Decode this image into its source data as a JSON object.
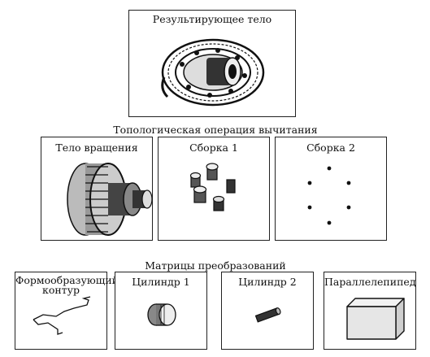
{
  "top": {
    "label": "Результирующее тело"
  },
  "operation": {
    "caption": "Топологическая операция вычитания"
  },
  "middle": {
    "body": {
      "label": "Тело вращения"
    },
    "assembly1": {
      "label": "Сборка 1"
    },
    "assembly2": {
      "label": "Сборка 2"
    }
  },
  "matrices": {
    "caption": "Матрицы преобразований"
  },
  "bottom": {
    "contour": {
      "label_line1": "Формообразующий",
      "label_line2": "контур"
    },
    "cyl1": {
      "label": "Цилиндр 1"
    },
    "cyl2": {
      "label": "Цилиндр 2"
    },
    "box": {
      "label": "Параллелепипед"
    }
  }
}
